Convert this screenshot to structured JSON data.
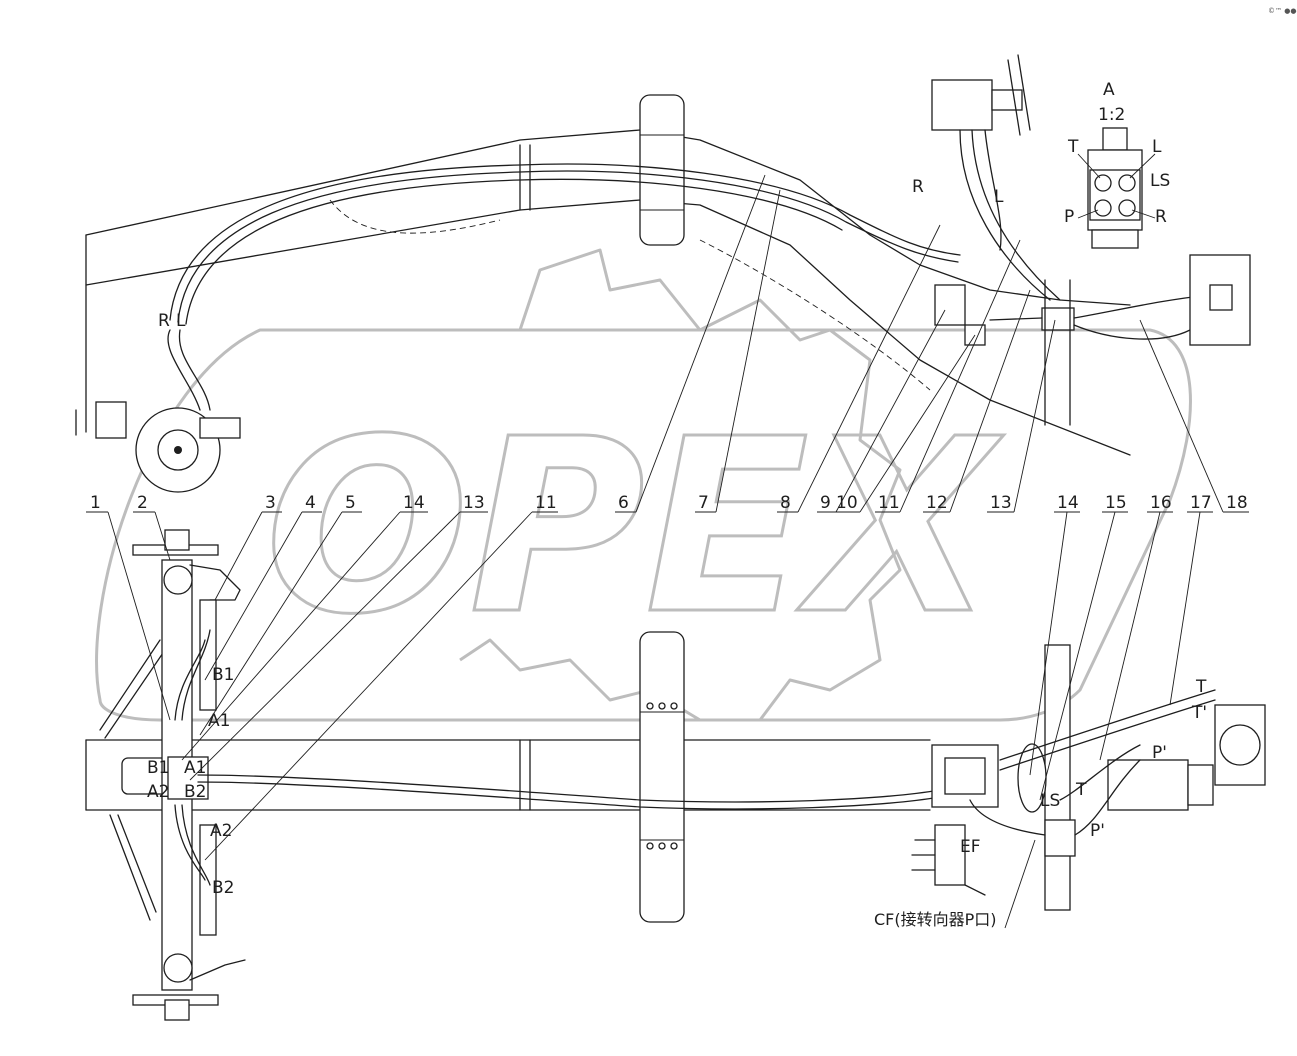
{
  "corner_mark": "©™ ●●●",
  "watermark": {
    "text": "OPEX"
  },
  "detail_view": {
    "title": "A",
    "scale": "1:2",
    "ports": [
      "T",
      "L",
      "LS",
      "P",
      "R"
    ]
  },
  "top_labels": [
    "R",
    "L",
    "R",
    "L"
  ],
  "part_numbers_top": [
    "1",
    "2",
    "3",
    "4",
    "5",
    "14",
    "13",
    "11",
    "6",
    "7",
    "8",
    "9",
    "10",
    "11",
    "12",
    "13",
    "14",
    "15",
    "16",
    "17",
    "18"
  ],
  "left_axle_ports": [
    "B1",
    "A1",
    "B1",
    "A1",
    "A2",
    "B2",
    "A2",
    "B2"
  ],
  "right_unit_ports": [
    "T",
    "T'",
    "P'",
    "LS",
    "T",
    "P'",
    "EF"
  ],
  "annotation_cf": "CF(接转向器P口)"
}
